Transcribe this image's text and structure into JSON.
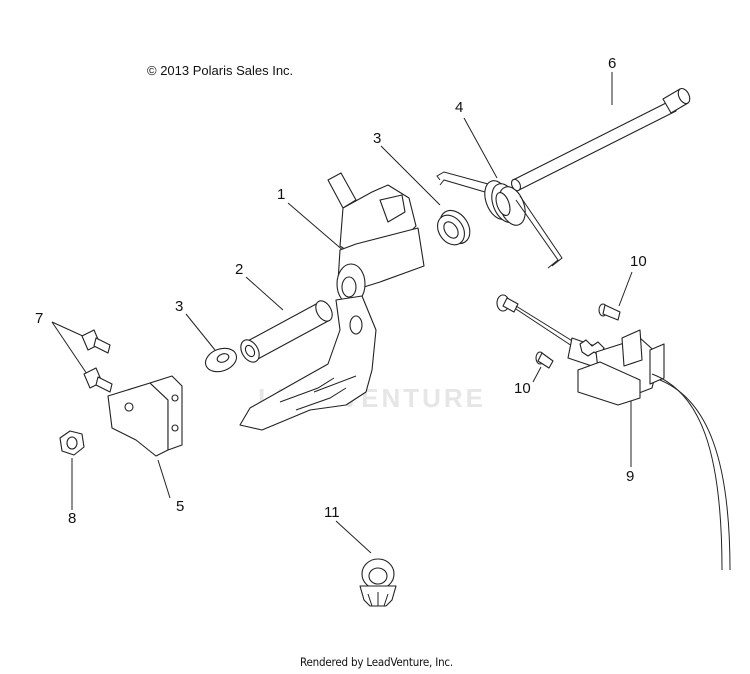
{
  "copyright": "© 2013 Polaris Sales Inc.",
  "watermark": "LEADVENTURE",
  "footer": "Rendered by LeadVenture, Inc.",
  "callouts": {
    "c1": "1",
    "c2": "2",
    "c3a": "3",
    "c3b": "3",
    "c4": "4",
    "c5": "5",
    "c6": "6",
    "c7": "7",
    "c8": "8",
    "c9": "9",
    "c10a": "10",
    "c10b": "10",
    "c11": "11"
  }
}
